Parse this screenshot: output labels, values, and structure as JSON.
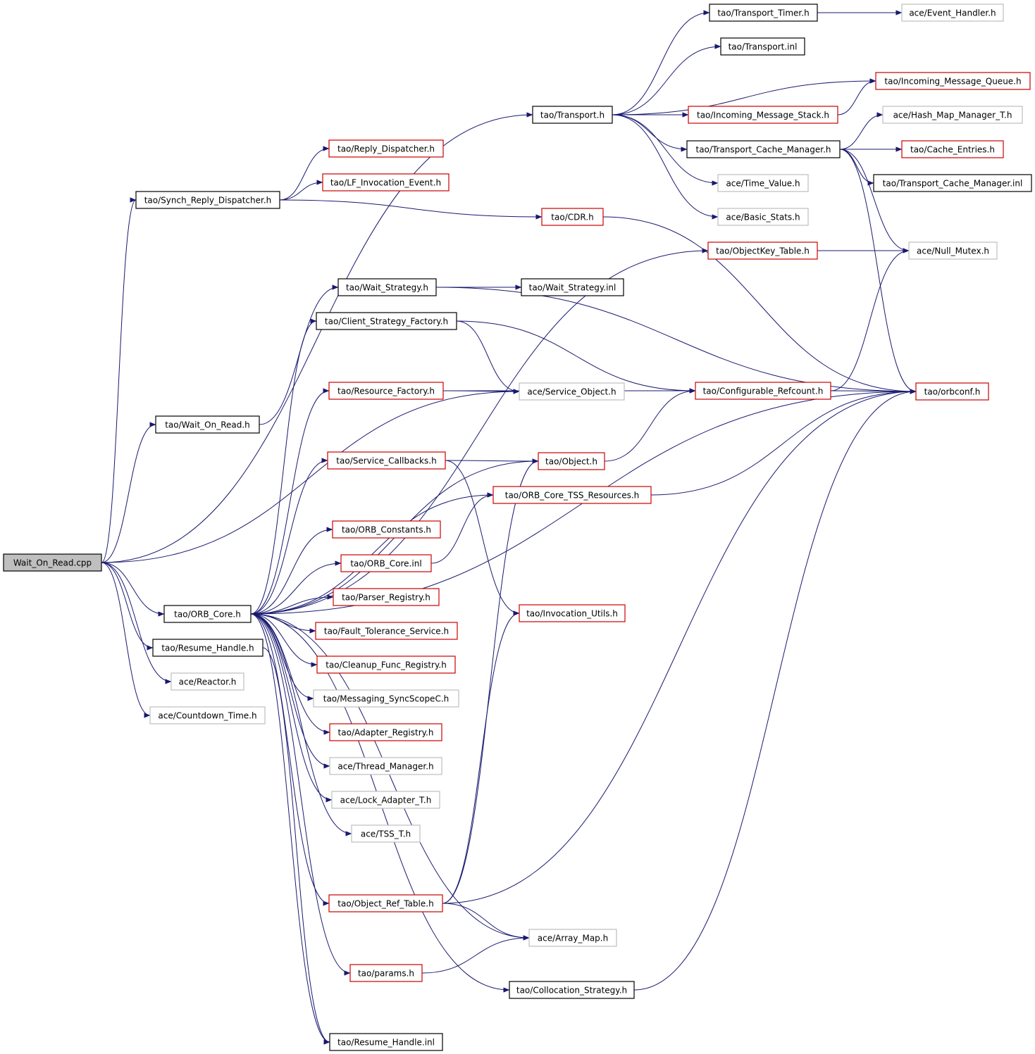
{
  "colors": {
    "edge": "#191970",
    "border_black": "#000000",
    "border_red": "#cc0000",
    "border_gray": "#bfbfbf",
    "root_fill": "#bfbfbf"
  },
  "nodes": {
    "wait_cpp": {
      "label": "Wait_On_Read.cpp",
      "border": "root"
    },
    "transport_timer": {
      "label": "tao/Transport_Timer.h",
      "border": "black"
    },
    "event_handler": {
      "label": "ace/Event_Handler.h",
      "border": "gray"
    },
    "transport_inl": {
      "label": "tao/Transport.inl",
      "border": "black"
    },
    "incoming_queue": {
      "label": "tao/Incoming_Message_Queue.h",
      "border": "red"
    },
    "transport_h": {
      "label": "tao/Transport.h",
      "border": "black"
    },
    "incoming_stack": {
      "label": "tao/Incoming_Message_Stack.h",
      "border": "red"
    },
    "hash_map": {
      "label": "ace/Hash_Map_Manager_T.h",
      "border": "gray"
    },
    "tcm_h": {
      "label": "tao/Transport_Cache_Manager.h",
      "border": "black"
    },
    "cache_entries": {
      "label": "tao/Cache_Entries.h",
      "border": "red"
    },
    "reply_dispatcher": {
      "label": "tao/Reply_Dispatcher.h",
      "border": "red"
    },
    "time_value": {
      "label": "ace/Time_Value.h",
      "border": "gray"
    },
    "tcm_inl": {
      "label": "tao/Transport_Cache_Manager.inl",
      "border": "black"
    },
    "lf_event": {
      "label": "tao/LF_Invocation_Event.h",
      "border": "red"
    },
    "synch_reply": {
      "label": "tao/Synch_Reply_Dispatcher.h",
      "border": "black"
    },
    "cdr": {
      "label": "tao/CDR.h",
      "border": "red"
    },
    "basic_stats": {
      "label": "ace/Basic_Stats.h",
      "border": "gray"
    },
    "objectkey": {
      "label": "tao/ObjectKey_Table.h",
      "border": "red"
    },
    "null_mutex": {
      "label": "ace/Null_Mutex.h",
      "border": "gray"
    },
    "wait_strategy": {
      "label": "tao/Wait_Strategy.h",
      "border": "black"
    },
    "wait_strategy_inl": {
      "label": "tao/Wait_Strategy.inl",
      "border": "black"
    },
    "client_strategy": {
      "label": "tao/Client_Strategy_Factory.h",
      "border": "black"
    },
    "resource_factory": {
      "label": "tao/Resource_Factory.h",
      "border": "red"
    },
    "service_object": {
      "label": "ace/Service_Object.h",
      "border": "gray"
    },
    "configurable": {
      "label": "tao/Configurable_Refcount.h",
      "border": "red"
    },
    "orbconf": {
      "label": "tao/orbconf.h",
      "border": "red"
    },
    "wait_on_read_h": {
      "label": "tao/Wait_On_Read.h",
      "border": "black"
    },
    "service_callbacks": {
      "label": "tao/Service_Callbacks.h",
      "border": "red"
    },
    "object_h": {
      "label": "tao/Object.h",
      "border": "red"
    },
    "orb_core_tss": {
      "label": "tao/ORB_Core_TSS_Resources.h",
      "border": "red"
    },
    "orb_constants": {
      "label": "tao/ORB_Constants.h",
      "border": "red"
    },
    "orb_core_inl": {
      "label": "tao/ORB_Core.inl",
      "border": "red"
    },
    "parser_registry": {
      "label": "tao/Parser_Registry.h",
      "border": "red"
    },
    "orb_core_h": {
      "label": "tao/ORB_Core.h",
      "border": "black"
    },
    "invocation_utils": {
      "label": "tao/Invocation_Utils.h",
      "border": "red"
    },
    "fault_tolerance": {
      "label": "tao/Fault_Tolerance_Service.h",
      "border": "red"
    },
    "resume_handle_h": {
      "label": "tao/Resume_Handle.h",
      "border": "black"
    },
    "cleanup_func": {
      "label": "tao/Cleanup_Func_Registry.h",
      "border": "red"
    },
    "reactor": {
      "label": "ace/Reactor.h",
      "border": "gray"
    },
    "messaging_sync": {
      "label": "tao/Messaging_SyncScopeC.h",
      "border": "gray"
    },
    "countdown": {
      "label": "ace/Countdown_Time.h",
      "border": "gray"
    },
    "adapter_registry": {
      "label": "tao/Adapter_Registry.h",
      "border": "red"
    },
    "thread_manager": {
      "label": "ace/Thread_Manager.h",
      "border": "gray"
    },
    "lock_adapter": {
      "label": "ace/Lock_Adapter_T.h",
      "border": "gray"
    },
    "tss_t": {
      "label": "ace/TSS_T.h",
      "border": "gray"
    },
    "object_ref_table": {
      "label": "tao/Object_Ref_Table.h",
      "border": "red"
    },
    "array_map": {
      "label": "ace/Array_Map.h",
      "border": "gray"
    },
    "params": {
      "label": "tao/params.h",
      "border": "red"
    },
    "collocation": {
      "label": "tao/Collocation_Strategy.h",
      "border": "black"
    },
    "resume_handle_inl": {
      "label": "tao/Resume_Handle.inl",
      "border": "black"
    }
  },
  "edges": [
    [
      "wait_cpp",
      "transport_h"
    ],
    [
      "wait_cpp",
      "synch_reply"
    ],
    [
      "wait_cpp",
      "wait_on_read_h"
    ],
    [
      "wait_cpp",
      "orb_core_h"
    ],
    [
      "wait_cpp",
      "resume_handle_h"
    ],
    [
      "wait_cpp",
      "reactor"
    ],
    [
      "wait_cpp",
      "countdown"
    ],
    [
      "wait_cpp",
      "service_object"
    ],
    [
      "transport_h",
      "transport_timer"
    ],
    [
      "transport_h",
      "transport_inl"
    ],
    [
      "transport_h",
      "incoming_queue"
    ],
    [
      "transport_h",
      "incoming_stack"
    ],
    [
      "transport_h",
      "tcm_h"
    ],
    [
      "transport_h",
      "time_value"
    ],
    [
      "transport_h",
      "basic_stats"
    ],
    [
      "transport_timer",
      "event_handler"
    ],
    [
      "incoming_stack",
      "incoming_queue"
    ],
    [
      "tcm_h",
      "hash_map"
    ],
    [
      "tcm_h",
      "cache_entries"
    ],
    [
      "tcm_h",
      "tcm_inl"
    ],
    [
      "tcm_h",
      "null_mutex"
    ],
    [
      "tcm_h",
      "orbconf"
    ],
    [
      "synch_reply",
      "reply_dispatcher"
    ],
    [
      "synch_reply",
      "lf_event"
    ],
    [
      "synch_reply",
      "cdr"
    ],
    [
      "cdr",
      "orbconf"
    ],
    [
      "objectkey",
      "null_mutex"
    ],
    [
      "wait_on_read_h",
      "wait_strategy"
    ],
    [
      "wait_strategy",
      "wait_strategy_inl"
    ],
    [
      "wait_strategy",
      "orbconf"
    ],
    [
      "client_strategy",
      "service_object"
    ],
    [
      "client_strategy",
      "configurable"
    ],
    [
      "resource_factory",
      "service_object"
    ],
    [
      "resource_factory",
      "configurable"
    ],
    [
      "configurable",
      "orbconf"
    ],
    [
      "configurable",
      "null_mutex"
    ],
    [
      "service_callbacks",
      "object_h"
    ],
    [
      "service_callbacks",
      "invocation_utils"
    ],
    [
      "object_h",
      "configurable"
    ],
    [
      "orb_core_tss",
      "orbconf"
    ],
    [
      "orb_core_inl",
      "orb_core_tss"
    ],
    [
      "orb_core_h",
      "objectkey"
    ],
    [
      "orb_core_h",
      "client_strategy"
    ],
    [
      "orb_core_h",
      "resource_factory"
    ],
    [
      "orb_core_h",
      "service_callbacks"
    ],
    [
      "orb_core_h",
      "object_h"
    ],
    [
      "orb_core_h",
      "orb_core_tss"
    ],
    [
      "orb_core_h",
      "orb_constants"
    ],
    [
      "orb_core_h",
      "orb_core_inl"
    ],
    [
      "orb_core_h",
      "parser_registry"
    ],
    [
      "orb_core_h",
      "fault_tolerance"
    ],
    [
      "orb_core_h",
      "cleanup_func"
    ],
    [
      "orb_core_h",
      "messaging_sync"
    ],
    [
      "orb_core_h",
      "adapter_registry"
    ],
    [
      "orb_core_h",
      "thread_manager"
    ],
    [
      "orb_core_h",
      "lock_adapter"
    ],
    [
      "orb_core_h",
      "tss_t"
    ],
    [
      "orb_core_h",
      "object_ref_table"
    ],
    [
      "orb_core_h",
      "array_map"
    ],
    [
      "orb_core_h",
      "params"
    ],
    [
      "orb_core_h",
      "collocation"
    ],
    [
      "orb_core_h",
      "resume_handle_inl"
    ],
    [
      "orb_core_h",
      "orbconf"
    ],
    [
      "object_ref_table",
      "array_map"
    ],
    [
      "object_ref_table",
      "object_h"
    ],
    [
      "object_ref_table",
      "invocation_utils"
    ],
    [
      "object_ref_table",
      "orbconf"
    ],
    [
      "params",
      "array_map"
    ],
    [
      "collocation",
      "orbconf"
    ],
    [
      "resume_handle_h",
      "resume_handle_inl"
    ]
  ]
}
